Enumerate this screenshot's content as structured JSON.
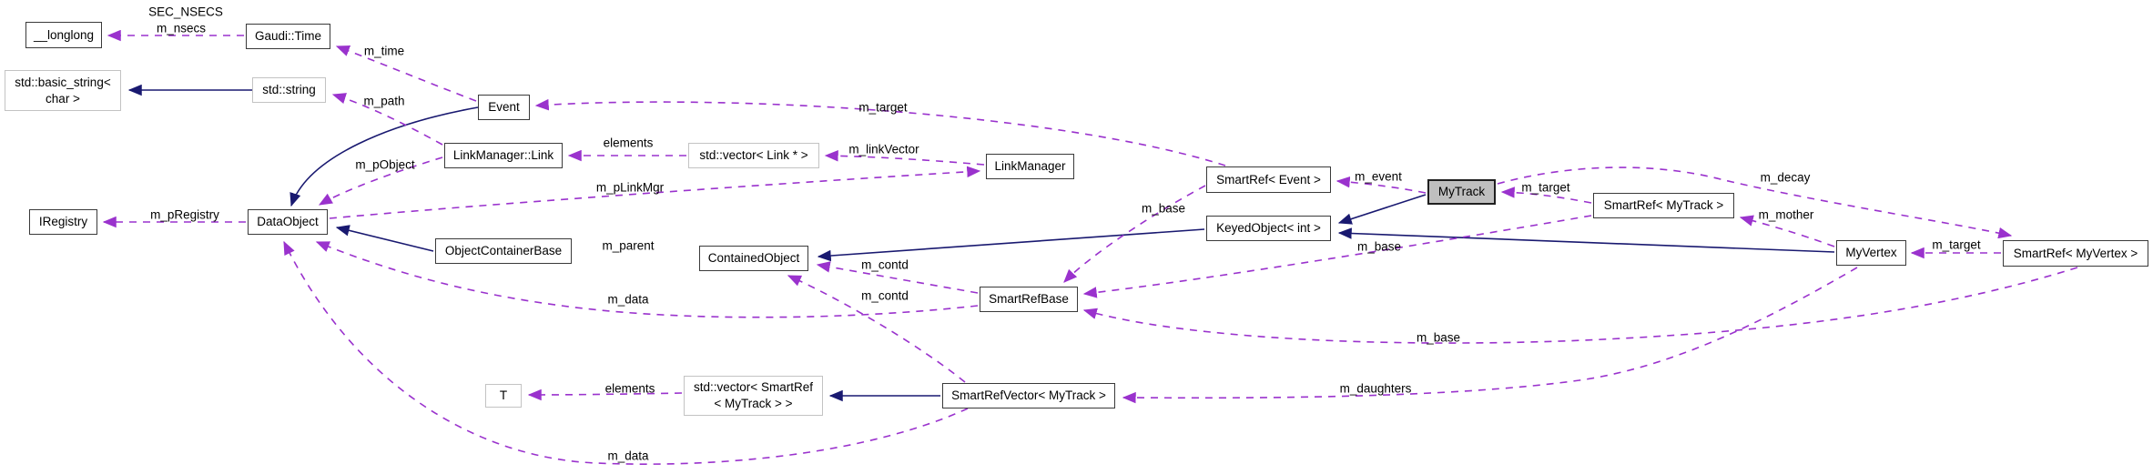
{
  "diagram": {
    "kind": "collaboration-class-diagram",
    "main_class": "MyTrack",
    "colors": {
      "background": "#ffffff",
      "inheritance_edge": "#191970",
      "usage_edge": "#9a32cd",
      "node_border": "#3a3a3a",
      "external_node_border": "#c3c3c3",
      "main_node_fill": "#bfbfbf",
      "text": "#000000"
    },
    "nodes": [
      {
        "id": "longlong",
        "label": "__longlong"
      },
      {
        "id": "gaudi-time",
        "label": "Gaudi::Time"
      },
      {
        "id": "basic-string",
        "label": "std::basic_string<",
        "label2": "char >"
      },
      {
        "id": "std-string",
        "label": "std::string"
      },
      {
        "id": "event",
        "label": "Event"
      },
      {
        "id": "linkmanager-link",
        "label": "LinkManager::Link"
      },
      {
        "id": "vector-link",
        "label": "std::vector< Link * >"
      },
      {
        "id": "linkmanager",
        "label": "LinkManager"
      },
      {
        "id": "iregistry",
        "label": "IRegistry"
      },
      {
        "id": "dataobject",
        "label": "DataObject"
      },
      {
        "id": "objectcontainerbase",
        "label": "ObjectContainerBase"
      },
      {
        "id": "containedobject",
        "label": "ContainedObject"
      },
      {
        "id": "smartrefbase",
        "label": "SmartRefBase"
      },
      {
        "id": "smartref-event",
        "label": "SmartRef< Event >"
      },
      {
        "id": "keyedobject-int",
        "label": "KeyedObject< int >"
      },
      {
        "id": "mytrack",
        "label": "MyTrack"
      },
      {
        "id": "smartref-mytrack",
        "label": "SmartRef< MyTrack >"
      },
      {
        "id": "myvertex",
        "label": "MyVertex"
      },
      {
        "id": "smartref-myvertex",
        "label": "SmartRef< MyVertex >"
      },
      {
        "id": "t",
        "label": "T"
      },
      {
        "id": "vector-smartref",
        "label": "std::vector< SmartRef",
        "label2": "< MyTrack > >"
      },
      {
        "id": "smartrefvector",
        "label": "SmartRefVector< MyTrack >"
      }
    ],
    "edge_labels": [
      {
        "text": "SEC_NSECS"
      },
      {
        "text": "m_nsecs"
      },
      {
        "text": "m_time"
      },
      {
        "text": "m_path"
      },
      {
        "text": "elements"
      },
      {
        "text": "m_linkVector"
      },
      {
        "text": "m_target"
      },
      {
        "text": "m_pLinkMgr"
      },
      {
        "text": "m_pObject"
      },
      {
        "text": "m_pRegistry"
      },
      {
        "text": "m_parent"
      },
      {
        "text": "m_contd"
      },
      {
        "text": "m_contd"
      },
      {
        "text": "m_data"
      },
      {
        "text": "m_data"
      },
      {
        "text": "m_event"
      },
      {
        "text": "m_target"
      },
      {
        "text": "m_decay"
      },
      {
        "text": "m_mother"
      },
      {
        "text": "m_target"
      },
      {
        "text": "m_base"
      },
      {
        "text": "m_base"
      },
      {
        "text": "m_base"
      },
      {
        "text": "m_daughters"
      },
      {
        "text": "elements"
      }
    ],
    "edges": [
      {
        "from": "std::string",
        "to": "std::basic_string< char >",
        "style": "inheritance",
        "label": ""
      },
      {
        "from": "Event",
        "to": "DataObject",
        "style": "inheritance",
        "label": ""
      },
      {
        "from": "ObjectContainerBase",
        "to": "DataObject",
        "style": "inheritance",
        "label": ""
      },
      {
        "from": "KeyedObject< int >",
        "to": "ContainedObject",
        "style": "inheritance",
        "label": ""
      },
      {
        "from": "MyTrack",
        "to": "KeyedObject< int >",
        "style": "inheritance",
        "label": ""
      },
      {
        "from": "MyVertex",
        "to": "KeyedObject< int >",
        "style": "inheritance",
        "label": ""
      },
      {
        "from": "SmartRefVector< MyTrack >",
        "to": "std::vector< SmartRef< MyTrack > >",
        "style": "inheritance",
        "label": ""
      },
      {
        "from": "Gaudi::Time",
        "to": "__longlong",
        "style": "usage",
        "label": "SEC_NSECS m_nsecs"
      },
      {
        "from": "Event",
        "to": "Gaudi::Time",
        "style": "usage",
        "label": "m_time"
      },
      {
        "from": "LinkManager::Link",
        "to": "std::string",
        "style": "usage",
        "label": "m_path"
      },
      {
        "from": "std::vector< Link * >",
        "to": "LinkManager::Link",
        "style": "usage",
        "label": "elements"
      },
      {
        "from": "LinkManager",
        "to": "std::vector< Link * >",
        "style": "usage",
        "label": "m_linkVector"
      },
      {
        "from": "DataObject",
        "to": "LinkManager",
        "style": "usage",
        "label": "m_pLinkMgr"
      },
      {
        "from": "LinkManager::Link",
        "to": "DataObject",
        "style": "usage",
        "label": "m_pObject"
      },
      {
        "from": "DataObject",
        "to": "IRegistry",
        "style": "usage",
        "label": "m_pRegistry"
      },
      {
        "from": "SmartRef< Event >",
        "to": "Event",
        "style": "usage",
        "label": "m_target"
      },
      {
        "from": "MyTrack",
        "to": "SmartRef< Event >",
        "style": "usage",
        "label": "m_event"
      },
      {
        "from": "SmartRef< MyTrack >",
        "to": "MyTrack",
        "style": "usage",
        "label": "m_target"
      },
      {
        "from": "MyTrack",
        "to": "SmartRef< MyVertex >",
        "style": "usage",
        "label": "m_decay"
      },
      {
        "from": "SmartRef< MyVertex >",
        "to": "MyVertex",
        "style": "usage",
        "label": "m_target"
      },
      {
        "from": "MyVertex",
        "to": "SmartRef< MyTrack >",
        "style": "usage",
        "label": "m_mother"
      },
      {
        "from": "SmartRef< Event >",
        "to": "SmartRefBase",
        "style": "usage",
        "label": "m_base"
      },
      {
        "from": "SmartRef< MyTrack >",
        "to": "SmartRefBase",
        "style": "usage",
        "label": "m_base"
      },
      {
        "from": "SmartRef< MyVertex >",
        "to": "SmartRefBase",
        "style": "usage",
        "label": "m_base"
      },
      {
        "from": "MyVertex",
        "to": "SmartRefVector< MyTrack >",
        "style": "usage",
        "label": "m_daughters"
      },
      {
        "from": "SmartRefBase",
        "to": "ContainedObject",
        "style": "usage",
        "label": "m_contd"
      },
      {
        "from": "SmartRefVector< MyTrack >",
        "to": "ContainedObject",
        "style": "usage",
        "label": "m_contd"
      },
      {
        "from": "SmartRefBase",
        "to": "DataObject",
        "style": "usage",
        "label": "m_data"
      },
      {
        "from": "SmartRefVector< MyTrack >",
        "to": "DataObject",
        "style": "usage",
        "label": "m_data"
      },
      {
        "from": "ContainedObject",
        "to": "ObjectContainerBase",
        "style": "usage",
        "label": "m_parent"
      },
      {
        "from": "std::vector< SmartRef< MyTrack > >",
        "to": "T",
        "style": "usage",
        "label": "elements"
      }
    ]
  }
}
